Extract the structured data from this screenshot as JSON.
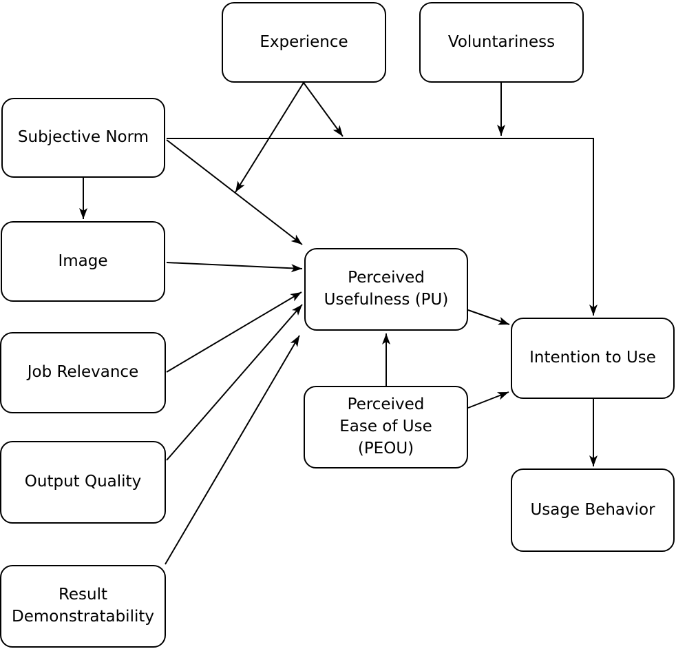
{
  "diagram": {
    "kind": "flowchart",
    "colors": {
      "stroke": "#000000",
      "node_fill": "#ffffff",
      "text": "#000000",
      "canvas": "#ffffff"
    },
    "nodes": [
      {
        "id": "experience",
        "label": "Experience"
      },
      {
        "id": "voluntariness",
        "label": "Voluntariness"
      },
      {
        "id": "subjective-norm",
        "label": "Subjective Norm"
      },
      {
        "id": "image",
        "label": "Image"
      },
      {
        "id": "job-relevance",
        "label": "Job Relevance"
      },
      {
        "id": "output-quality",
        "label": "Output Quality"
      },
      {
        "id": "result-demonstratability",
        "label": "Result\nDemonstratability"
      },
      {
        "id": "perceived-usefulness",
        "label": "Perceived\nUsefulness (PU)"
      },
      {
        "id": "perceived-ease-of-use",
        "label": "Perceived\nEase of Use\n(PEOU)"
      },
      {
        "id": "intention-to-use",
        "label": "Intention to Use"
      },
      {
        "id": "usage-behavior",
        "label": "Usage Behavior"
      }
    ],
    "edges": [
      {
        "from": "subjective-norm",
        "to": "image",
        "type": "direct"
      },
      {
        "from": "subjective-norm",
        "to": "perceived-usefulness",
        "type": "direct"
      },
      {
        "from": "subjective-norm",
        "to": "intention-to-use",
        "type": "direct"
      },
      {
        "from": "experience",
        "to": "subjective-norm->perceived-usefulness",
        "type": "moderation"
      },
      {
        "from": "experience",
        "to": "subjective-norm->intention-to-use",
        "type": "moderation"
      },
      {
        "from": "voluntariness",
        "to": "subjective-norm->intention-to-use",
        "type": "moderation"
      },
      {
        "from": "image",
        "to": "perceived-usefulness",
        "type": "direct"
      },
      {
        "from": "job-relevance",
        "to": "perceived-usefulness",
        "type": "direct"
      },
      {
        "from": "output-quality",
        "to": "perceived-usefulness",
        "type": "direct"
      },
      {
        "from": "result-demonstratability",
        "to": "perceived-usefulness",
        "type": "direct"
      },
      {
        "from": "perceived-ease-of-use",
        "to": "perceived-usefulness",
        "type": "direct"
      },
      {
        "from": "perceived-usefulness",
        "to": "intention-to-use",
        "type": "direct"
      },
      {
        "from": "perceived-ease-of-use",
        "to": "intention-to-use",
        "type": "direct"
      },
      {
        "from": "intention-to-use",
        "to": "usage-behavior",
        "type": "direct"
      }
    ]
  }
}
